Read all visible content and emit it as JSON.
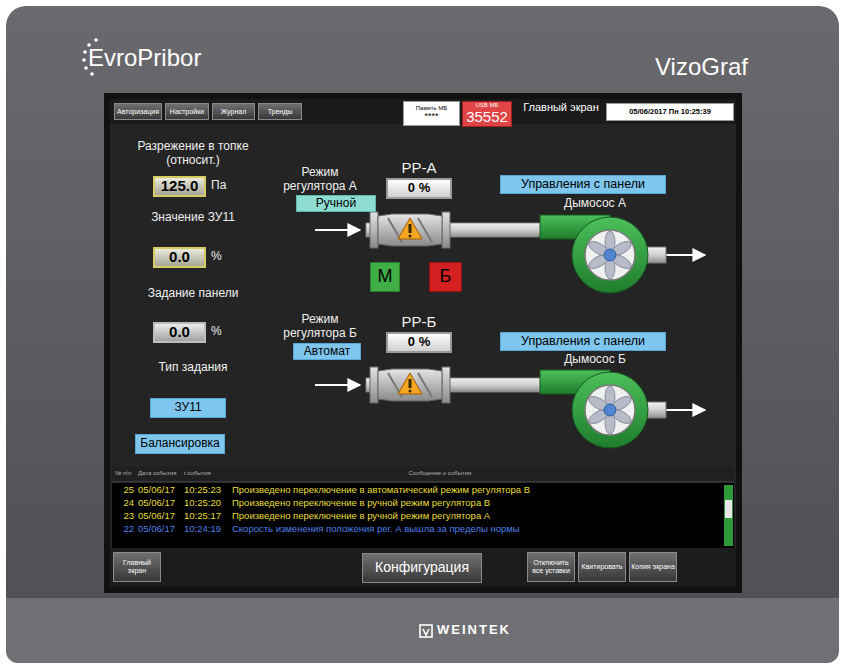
{
  "diagram": {
    "title": "Главный экран",
    "nodes": [
      {
        "text": [
          "Авторизация"
        ]
      },
      {
        "text": [
          "Настройки"
        ]
      },
      {
        "text": [
          "Журнал"
        ]
      },
      {
        "text": [
          "Тренды"
        ]
      },
      {
        "text": [
          "Память МБ",
          "****"
        ]
      },
      {
        "text": [
          "USB МБ",
          "35552"
        ]
      },
      {
        "text": [
          "05/06/2017 Пн 10:25:39"
        ]
      },
      {
        "text": [
          "125.0"
        ]
      },
      {
        "text": [
          "0.0"
        ]
      },
      {
        "text": [
          "0.0"
        ]
      },
      {
        "text": [
          "ЗУ11"
        ]
      },
      {
        "text": [
          "Балансировка"
        ]
      },
      {
        "text": [
          "Ручной"
        ]
      },
      {
        "text": [
          "0 %"
        ]
      },
      {
        "text": [
          "Управления с панели"
        ]
      },
      {
        "text": [
          "М"
        ]
      },
      {
        "text": [
          "Б"
        ]
      },
      {
        "text": [
          "Автомат"
        ]
      },
      {
        "text": [
          "0 %"
        ]
      },
      {
        "text": [
          "Управления с панели"
        ]
      },
      {
        "text": [
          "Главный экран"
        ]
      },
      {
        "text": [
          "Конфигурация"
        ]
      },
      {
        "text": [
          "Отключить все уставки"
        ]
      },
      {
        "text": [
          "Квитировать"
        ]
      },
      {
        "text": [
          "Копия экрана"
        ]
      }
    ],
    "labels": [
      "EvroPribor",
      "VizoGraf",
      "WEINTEK",
      "Разрежение в топке (относит.)",
      "Па",
      "Значение ЗУ11",
      "%",
      "Задание панели",
      "%",
      "Тип задания",
      "Режим регулятора А",
      "РР-А",
      "Дымосос А",
      "Режим регулятора Б",
      "РР-Б",
      "Дымосос Б",
      "№ п/п",
      "Дата события",
      "t события",
      "Сообщение о событии",
      "25",
      "05/06/17",
      "10:25:23",
      "Произведено переключение в автоматический режим регулятора В",
      "24",
      "05/06/17",
      "10:25:20",
      "Произведено переключение в ручной режим регулятора В",
      "23",
      "05/06/17",
      "10:25:17",
      "Произведено переключение в ручной режим регулятора А",
      "22",
      "05/06/17",
      "10:24:19",
      "Скорость изменения положения рег. А вышла за пределы нормы"
    ]
  }
}
